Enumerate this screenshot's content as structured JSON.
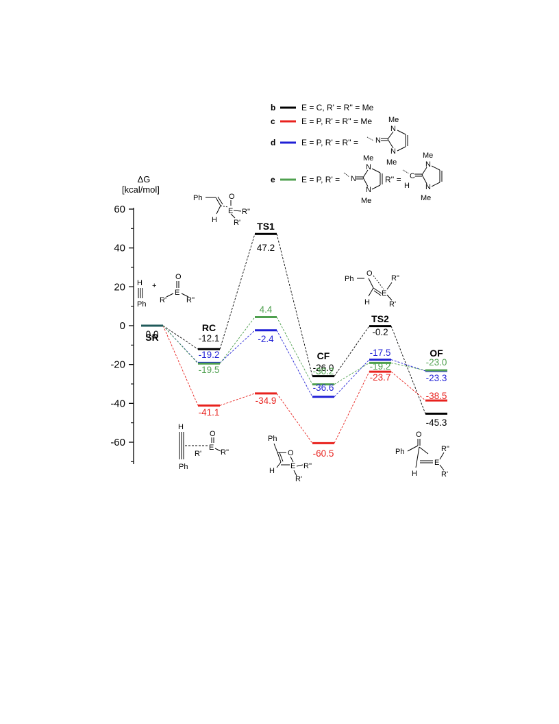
{
  "chart_data": {
    "type": "line",
    "ylabel_symbol": "ΔG",
    "ylabel_unit": "[kcal/mol]",
    "ylim": [
      -70,
      60
    ],
    "yticks": [
      60,
      40,
      20,
      0,
      -20,
      -40,
      -60
    ],
    "ytick_labels": [
      "60",
      "40",
      "20",
      "0",
      "-20",
      "-40",
      "-60"
    ],
    "states": [
      "SR",
      "RC",
      "TS1",
      "CF",
      "TS2",
      "OF"
    ],
    "series": [
      {
        "key": "b",
        "color": "#000000",
        "legend": "E = C, R' = R'' = Me",
        "values": [
          0.0,
          -12.1,
          47.2,
          -26.0,
          -0.2,
          -45.3
        ],
        "labels": [
          "0.0",
          "-12.1",
          "47.2",
          "-26.0",
          "-0.2",
          "-45.3"
        ]
      },
      {
        "key": "c",
        "color": "#e8221e",
        "legend": "E = P,  R' = R'' = Me",
        "values": [
          0.0,
          -41.1,
          -34.9,
          -60.5,
          -23.7,
          -38.5
        ],
        "labels": [
          "0.0",
          "-41.1",
          "-34.9",
          "-60.5",
          "-23.7",
          "-38.5"
        ]
      },
      {
        "key": "d",
        "color": "#1f1fd6",
        "legend": "E = P,  R' = R'' =",
        "values": [
          0.0,
          -19.2,
          -2.4,
          -36.6,
          -17.5,
          -23.3
        ],
        "labels": [
          "0.0",
          "-19.2",
          "-2.4",
          "-36.6",
          "-17.5",
          "-23.3"
        ]
      },
      {
        "key": "e",
        "color": "#4fa04f",
        "legend": "E = P,  R' =",
        "legend_extra": "R'' =",
        "values": [
          0.0,
          -19.5,
          4.4,
          -30.2,
          -19.2,
          -23.0
        ],
        "labels": [
          "0.0",
          "-19.5",
          "4.4",
          "-30.2",
          "-19.2",
          "-23.0"
        ]
      }
    ],
    "sr_label": "0.0"
  },
  "molecule_text": {
    "me": "Me",
    "n": "N",
    "h": "H",
    "ph": "Ph",
    "o": "O",
    "e": "E",
    "c": "C",
    "r1": "R'",
    "r2": "R''",
    "r2b": "R\"",
    "plus": "+"
  }
}
